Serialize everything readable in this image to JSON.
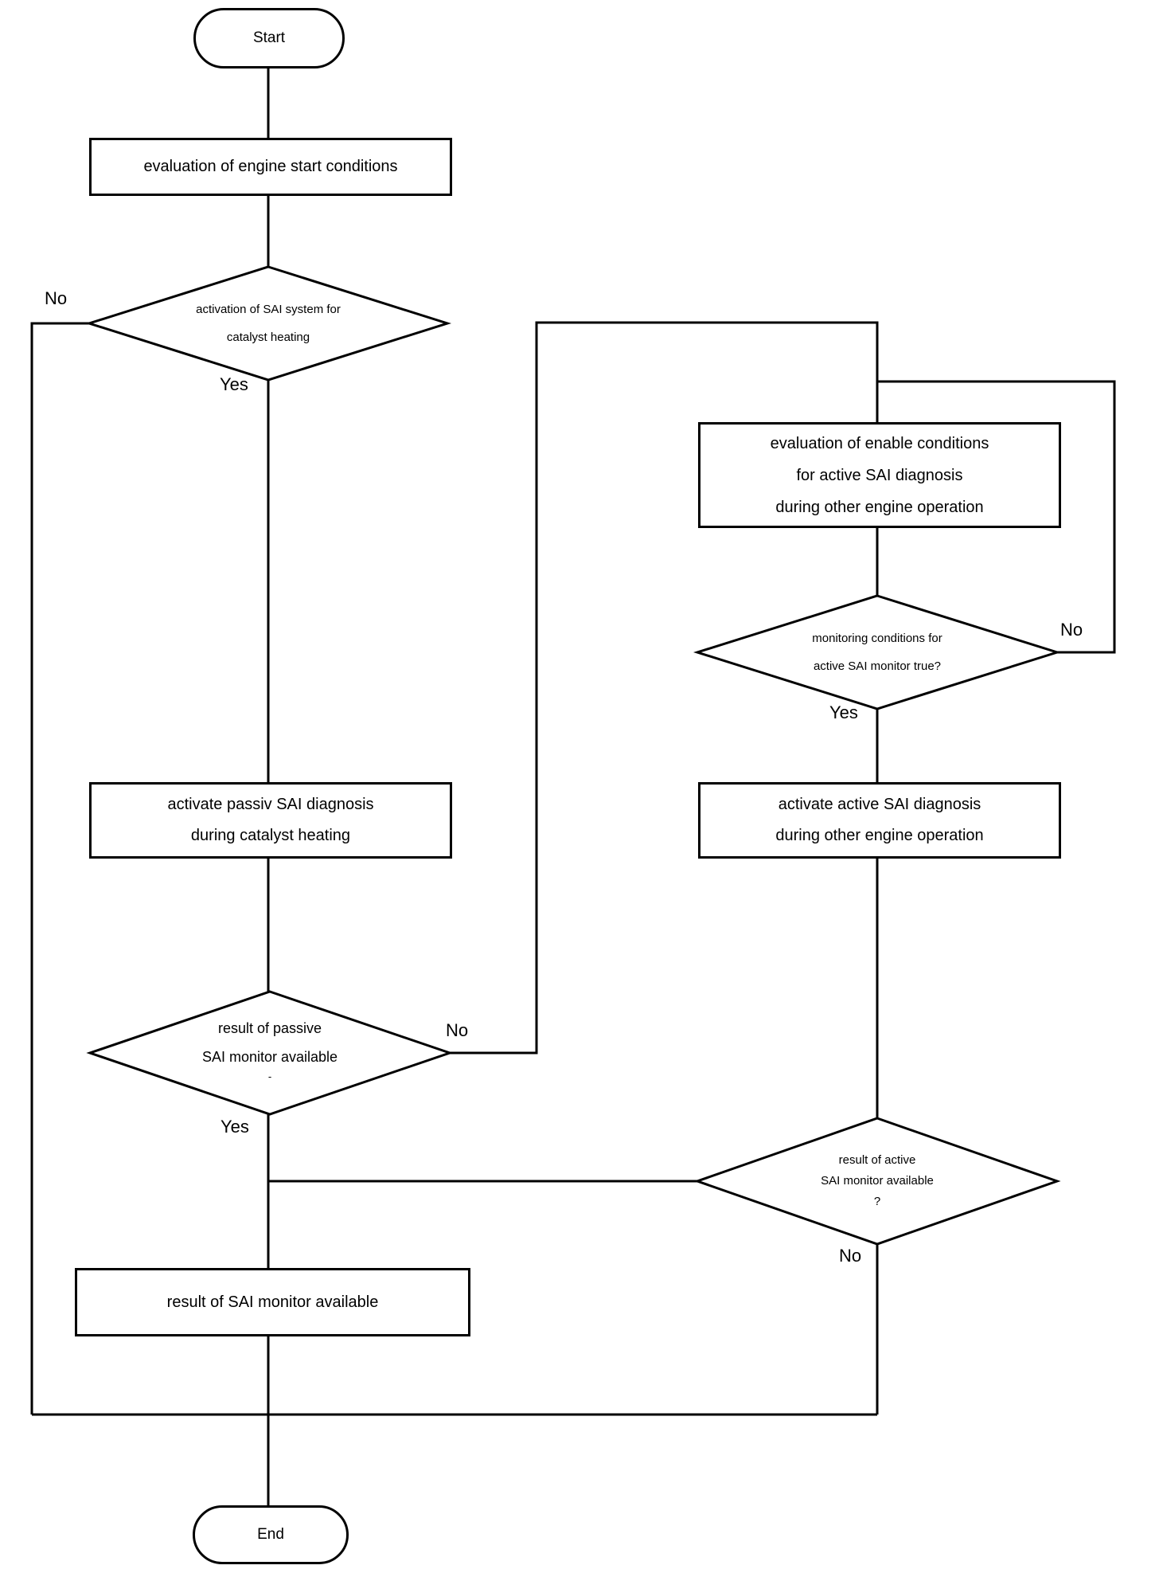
{
  "flowchart": {
    "start": {
      "label": "Start"
    },
    "end": {
      "label": "End"
    },
    "eval_engine_start": {
      "text": "evaluation of engine start conditions"
    },
    "d_sai_activation": {
      "line1": "activation of SAI system for",
      "line2": "catalyst heating",
      "no_label": "No",
      "yes_label": "Yes"
    },
    "eval_enable": {
      "line1": "evaluation of enable conditions",
      "line2": "for active SAI diagnosis",
      "line3": "during other engine operation"
    },
    "d_monitoring": {
      "line1": "monitoring conditions for",
      "line2": "active SAI monitor true?",
      "no_label": "No",
      "yes_label": "Yes"
    },
    "activate_passive": {
      "line1": "activate passiv SAI diagnosis",
      "line2": "during catalyst heating"
    },
    "activate_active": {
      "line1": "activate active SAI diagnosis",
      "line2": "during other engine operation"
    },
    "d_result_passive": {
      "line1": "result of passive",
      "line2": "SAI monitor available",
      "line3": "-",
      "yes_label": "Yes",
      "no_label": "No"
    },
    "d_result_active": {
      "line1": "result of active",
      "line2": "SAI monitor available",
      "line3": "?",
      "no_label": "No"
    },
    "result_box": {
      "text": "result of SAI monitor available"
    }
  },
  "colors": {
    "line": "#000000",
    "background": "#ffffff"
  }
}
